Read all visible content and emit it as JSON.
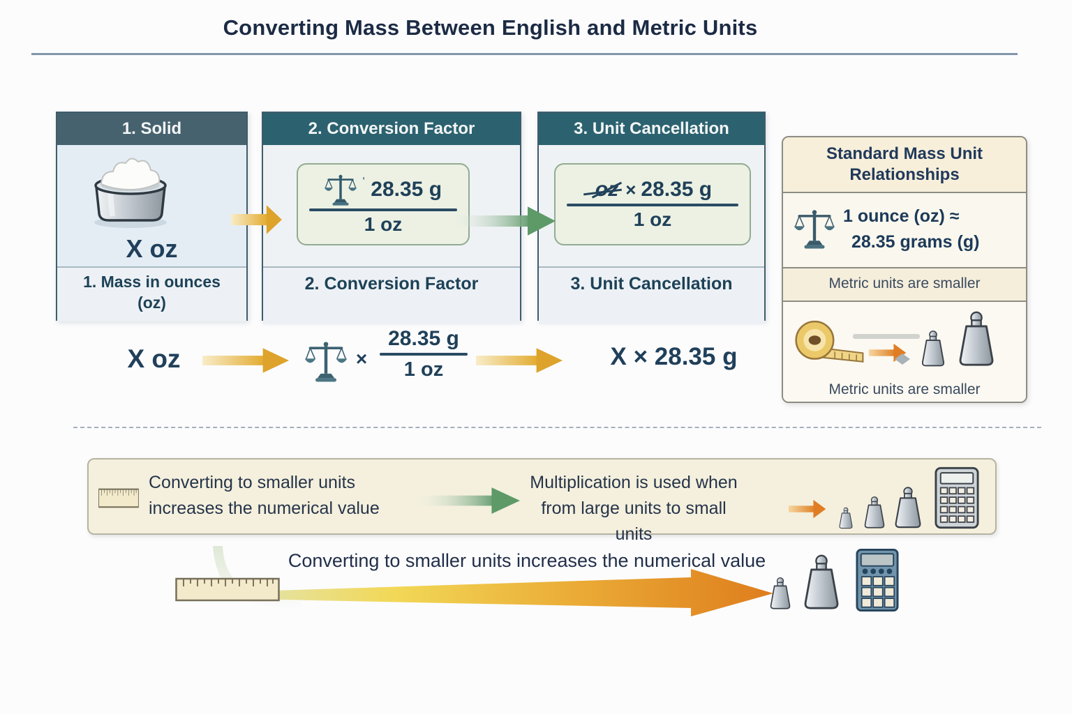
{
  "title": "Converting Mass Between English and Metric Units",
  "panels": [
    {
      "header": "1. Solid",
      "amount_label": "X oz",
      "caption": "1. Mass in ounces",
      "caption_line2": "(oz)"
    },
    {
      "header": "2. Conversion Factor",
      "tick": "ˈ",
      "numerator": "28.35 g",
      "denominator": "1 oz",
      "caption": "2. Conversion Factor"
    },
    {
      "header": "3. Unit Cancellation",
      "cancelled_unit": "oz",
      "multiply_sign": "×",
      "numerator": "28.35 g",
      "denominator": "1 oz",
      "caption": "3. Unit Cancellation"
    }
  ],
  "sidebar": {
    "title_line1": "Standard Mass Unit",
    "title_line2": "Relationships",
    "relationship_line1": "1 ounce (oz) ≈",
    "relationship_line2": "28.35 grams (g)",
    "band_text": "Metric units are smaller",
    "caption_text": "Metric units are smaller"
  },
  "equation": {
    "input": "X oz",
    "multiply_sign": "×",
    "numerator": "28.35 g",
    "denominator": "1 oz",
    "result": "X × 28.35 g"
  },
  "info_band": {
    "left_line1": "Converting to smaller units",
    "left_line2": "increases the numerical value",
    "right_line1": "Multiplication is used when",
    "right_line2": "from large units to small units"
  },
  "bottom_banner": {
    "text": "Converting to smaller units increases the numerical value"
  },
  "icons": {
    "balance-scale-icon": "⚖",
    "flour-container-icon": "🥣",
    "ruler-icon": "📏",
    "tape-measure-icon": "📏",
    "weight-icon": "🏋",
    "calculator-icon": "🖩",
    "arrow-right-icon": "→"
  },
  "colors": {
    "panel_header_solid": "#47626f",
    "panel_header_teal": "#2c6270",
    "navy_text": "#1f4058",
    "gold_arrow": "#e3ac33",
    "green_arrow": "#5e9a68",
    "orange_arrow": "#e0832a",
    "green_box_bg": "#ecf1e4",
    "green_box_border": "#92ab91",
    "sidebar_bg": "#faf7ee",
    "cream_band_bg": "#f4f0dd",
    "panel_body_blue": "#e4edf4"
  }
}
